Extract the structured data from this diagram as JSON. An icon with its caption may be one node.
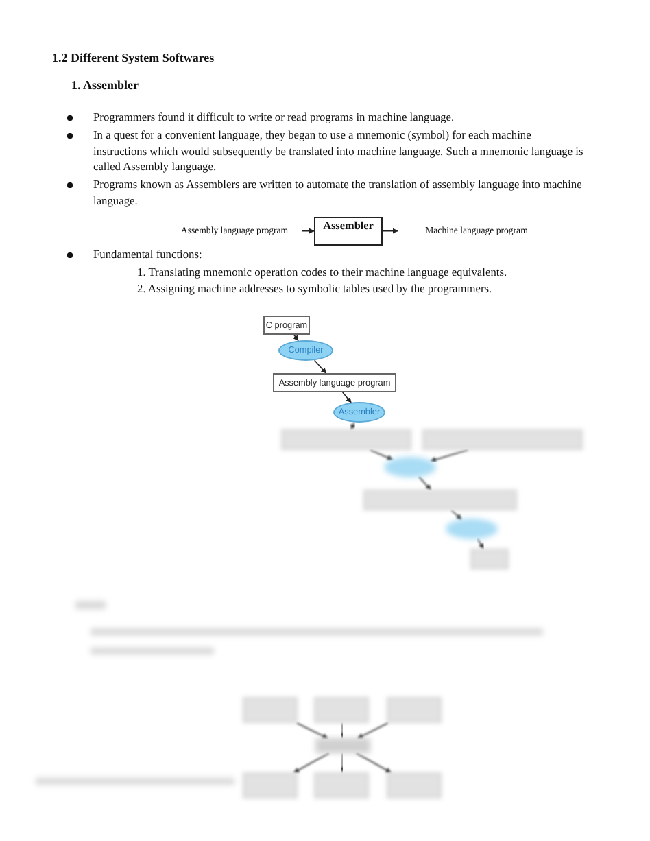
{
  "diagram": {
    "title": "1.2 Different System Softwares",
    "nodes": [
      {
        "text": [
          "Assembly language program"
        ]
      },
      {
        "text": [
          "Assembler"
        ]
      },
      {
        "text": [
          "Machine language program"
        ]
      },
      {
        "text": [
          "C program"
        ]
      },
      {
        "text": [
          "Compiler"
        ]
      },
      {
        "text": [
          "Assembly language program"
        ]
      },
      {
        "text": [
          "Assembler"
        ]
      },
      {
        "text": [],
        "shape": "box"
      },
      {
        "text": [],
        "shape": "box"
      },
      {
        "text": [],
        "shape": "ellipse"
      },
      {
        "text": [],
        "shape": "box"
      },
      {
        "text": [],
        "shape": "ellipse"
      },
      {
        "text": [],
        "shape": "box"
      },
      {
        "text": [],
        "shape": "box"
      },
      {
        "text": [],
        "shape": "box"
      },
      {
        "text": [],
        "shape": "box"
      },
      {
        "text": [],
        "shape": "box"
      },
      {
        "text": [],
        "shape": "box"
      },
      {
        "text": [],
        "shape": "box"
      },
      {
        "text": [],
        "shape": "box"
      }
    ],
    "edges": [
      {
        "from": 0,
        "to": 1,
        "arrow": "to"
      },
      {
        "from": 1,
        "to": 2,
        "arrow": "to"
      },
      {
        "from": 3,
        "to": 4,
        "arrow": "to"
      },
      {
        "from": 4,
        "to": 5,
        "arrow": "to"
      },
      {
        "from": 5,
        "to": 6,
        "arrow": "to"
      },
      {
        "from": 6,
        "to": 7,
        "arrow": "to"
      },
      {
        "from": 7,
        "to": 9,
        "arrow": "to"
      },
      {
        "from": 8,
        "to": 9,
        "arrow": "to"
      },
      {
        "from": 9,
        "to": 10,
        "arrow": "to"
      },
      {
        "from": 10,
        "to": 11,
        "arrow": "to"
      },
      {
        "from": 11,
        "to": 12,
        "arrow": "to"
      },
      {
        "from": 13,
        "to": 16,
        "arrow": "to"
      },
      {
        "from": 14,
        "to": 16,
        "arrow": "to"
      },
      {
        "from": 15,
        "to": 16,
        "arrow": "to"
      },
      {
        "from": 16,
        "to": 17,
        "arrow": "to"
      },
      {
        "from": 16,
        "to": 18,
        "arrow": "to"
      },
      {
        "from": 16,
        "to": 19,
        "arrow": "to"
      }
    ],
    "labels": [
      "1. Assembler",
      "Programmers found it difficult to write or read programs in machine language.",
      "In a quest for a convenient language, they began to use a mnemonic (symbol) for each machine instructions which would subsequently be translated into machine language. Such a mnemonic language is called Assembly language.",
      "Programs known as Assemblers are written to automate the translation of assembly language into machine language.",
      "Fundamental functions:",
      "1. Translating mnemonic operation codes to their machine language equivalents.",
      "2. Assigning machine addresses to symbolic tables used by the programmers."
    ]
  }
}
